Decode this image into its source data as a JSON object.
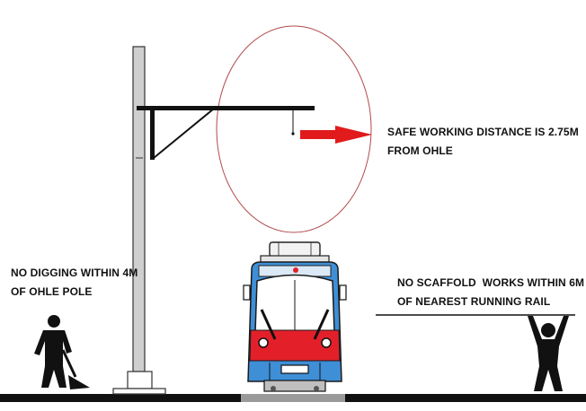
{
  "notes": {
    "safe_distance": {
      "line1": "SAFE WORKING DISTANCE IS 2.75M",
      "line2": "FROM OHLE"
    },
    "no_digging": {
      "line1": "NO DIGGING WITHIN 4M",
      "line2": "OF OHLE POLE"
    },
    "no_scaffold": {
      "line1": "NO SCAFFOLD  WORKS WITHIN 6M",
      "line2": "OF NEAREST RUNNING RAIL"
    }
  },
  "colors": {
    "ground": "#111111",
    "pole": "#c8c8c8",
    "clearance_circle": "#b24a4a",
    "arrow": "#e11b1b",
    "tram_blue": "#3e8fd6",
    "tram_red": "#e3202a",
    "figure": "#111111"
  },
  "icons": [
    "ohle-pole-icon",
    "tram-icon",
    "digging-worker-icon",
    "scaffold-worker-icon",
    "arrow-right-icon"
  ]
}
